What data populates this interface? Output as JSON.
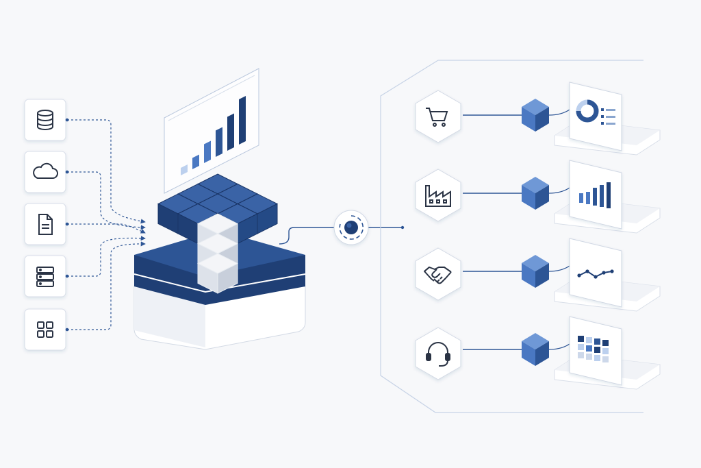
{
  "colors": {
    "background": "#f7f8fa",
    "primary": "#2d5595",
    "primary_dark": "#1f3f75",
    "primary_light": "#4a78c2",
    "accent_light": "#bcd0ee",
    "stroke": "#c9d2df",
    "icon": "#2a3344",
    "card": "#ffffff"
  },
  "sources": [
    {
      "icon": "database-icon"
    },
    {
      "icon": "cloud-icon"
    },
    {
      "icon": "document-icon"
    },
    {
      "icon": "server-icon"
    },
    {
      "icon": "grid-apps-icon"
    }
  ],
  "hub": {
    "icon": "data-cube-icon",
    "panel_chart": {
      "type": "bar",
      "values": [
        2,
        3,
        5,
        7,
        9,
        12
      ]
    }
  },
  "connector": {
    "icon": "ring-node-icon"
  },
  "outputs": [
    {
      "icon": "shopping-cart-icon",
      "widget": "donut-chart-icon"
    },
    {
      "icon": "factory-icon",
      "widget": "bar-chart-icon"
    },
    {
      "icon": "handshake-icon",
      "widget": "line-chart-icon"
    },
    {
      "icon": "headset-icon",
      "widget": "heatmap-icon"
    }
  ]
}
